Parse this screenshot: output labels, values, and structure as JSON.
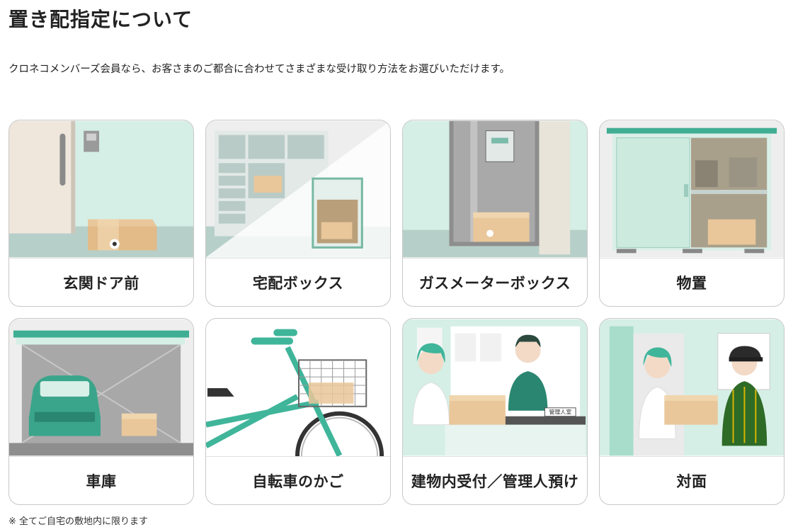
{
  "page": {
    "title": "置き配指定について",
    "intro": "クロネコメンバーズ会員なら、お客さまのご都合に合わせてさまざまな受け取り方法をお選びいただけます。",
    "note": "※ 全てご自宅の敷地内に限ります"
  },
  "options": [
    {
      "label": "玄関ドア前",
      "icon": "front-door-illustration"
    },
    {
      "label": "宅配ボックス",
      "icon": "delivery-box-illustration"
    },
    {
      "label": "ガスメーターボックス",
      "icon": "gas-meter-box-illustration"
    },
    {
      "label": "物置",
      "icon": "storage-shed-illustration"
    },
    {
      "label": "車庫",
      "icon": "garage-illustration"
    },
    {
      "label": "自転車のかご",
      "icon": "bicycle-basket-illustration"
    },
    {
      "label": "建物内受付／管理人預け",
      "icon": "reception-illustration"
    },
    {
      "label": "対面",
      "icon": "face-to-face-illustration"
    }
  ],
  "colors": {
    "mint": "#d5efe6",
    "teal": "#3fb59a",
    "floor": "#b7cfc9",
    "box": "#e9c79a",
    "card_border": "#c8c8c8"
  },
  "parcel_label": "管理人室"
}
